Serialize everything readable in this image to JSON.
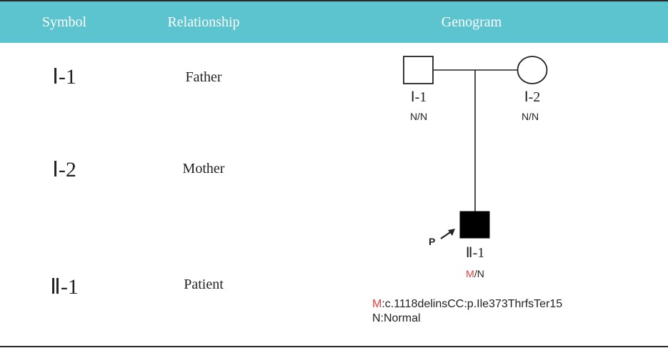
{
  "table": {
    "headers": [
      "Symbol",
      "Relationship",
      "Genogram"
    ],
    "rows": [
      {
        "symbol": "Ⅰ-1",
        "relationship": "Father"
      },
      {
        "symbol": "Ⅰ-2",
        "relationship": "Mother"
      },
      {
        "symbol": "Ⅱ-1",
        "relationship": "Patient"
      }
    ]
  },
  "genogram": {
    "father": {
      "label": "Ⅰ-1",
      "genotype": "N/N"
    },
    "mother": {
      "label": "Ⅰ-2",
      "genotype": "N/N"
    },
    "patient": {
      "label": "Ⅱ-1",
      "genotype_mutant": "M",
      "genotype_rest": "/N",
      "proband_marker": "P"
    },
    "legend": {
      "mutant_key": "M",
      "mutant_desc": ":c.1118delinsCC:p.Ile373ThrfsTer15",
      "normal_line": "N:Normal"
    }
  },
  "colors": {
    "header_bg": "#5cc4cf",
    "header_text": "#ffffff",
    "mutant_red": "#e0413b",
    "affected_fill": "#000000"
  }
}
